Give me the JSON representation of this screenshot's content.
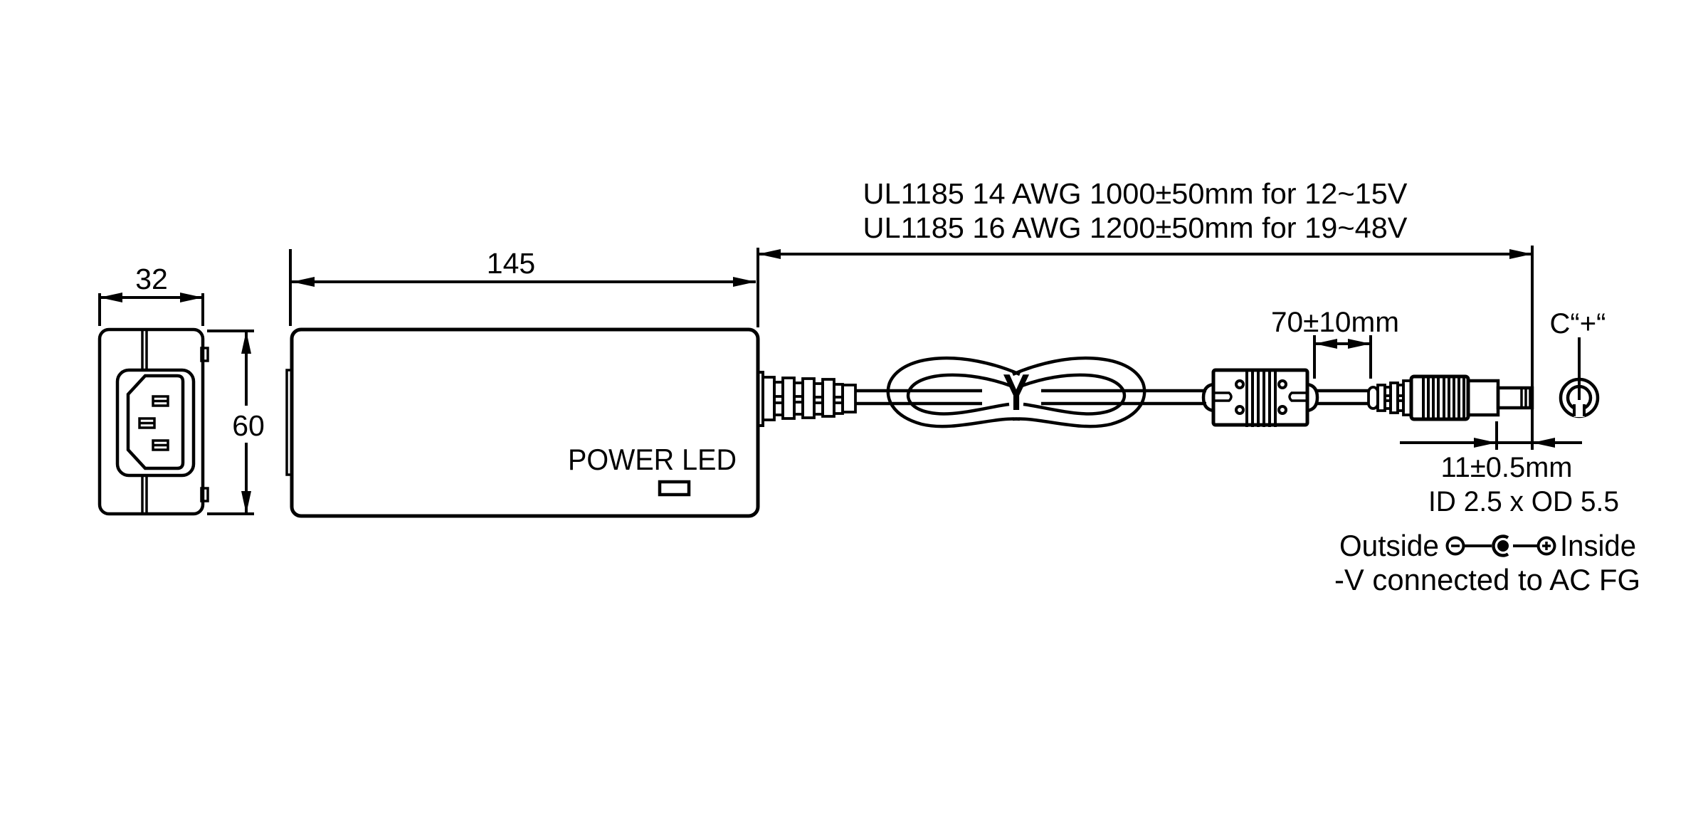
{
  "drawing": {
    "cable_spec": {
      "line1": "UL1185 14 AWG 1000±50mm for 12~15V",
      "line2": "UL1185 16 AWG 1200±50mm for 19~48V"
    },
    "dimensions": {
      "front_width_mm": "32",
      "front_height_mm": "60",
      "body_length_mm": "145",
      "ferrite_to_plug": "70±10mm",
      "plug_tip_length": "11±0.5mm"
    },
    "labels": {
      "power_led": "POWER LED",
      "plug_polarity": "C“+“",
      "plug_size": "ID 2.5 x OD 5.5",
      "polarity_outside": "Outside",
      "polarity_inside": "Inside",
      "ground_note": "-V connected to AC FG",
      "cable_tie_mark": "Y"
    },
    "colors": {
      "line": "#000000",
      "background": "#ffffff"
    }
  }
}
